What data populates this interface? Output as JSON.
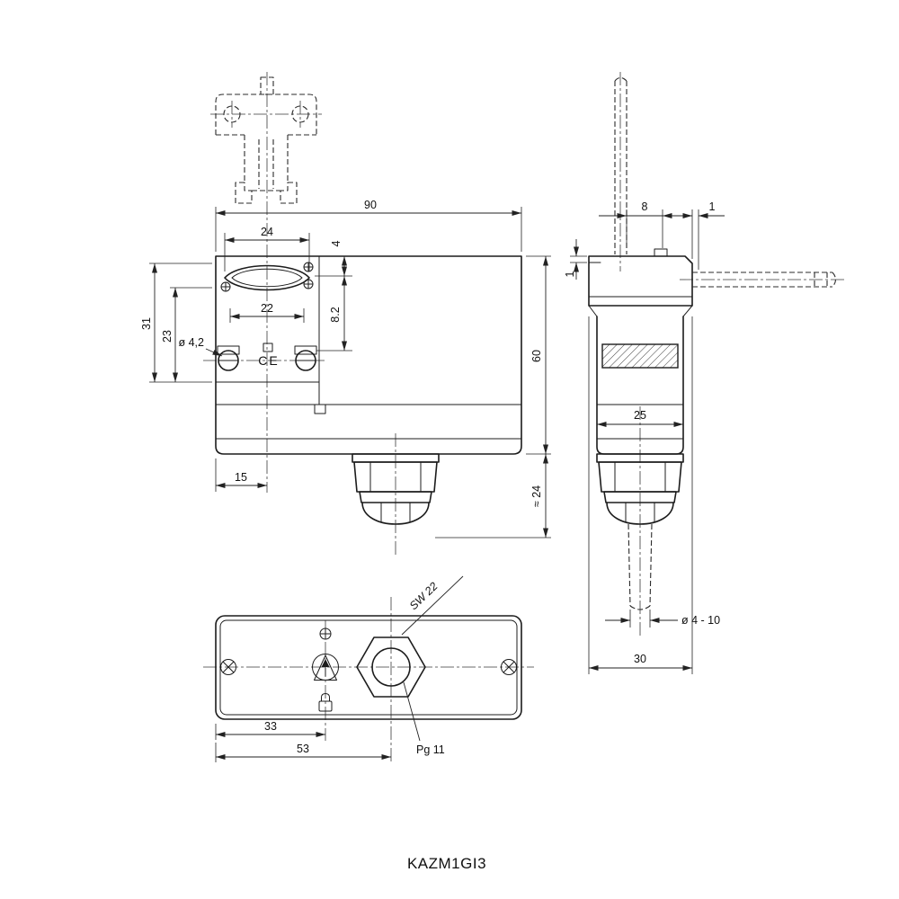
{
  "title": "KAZM1GI3",
  "front_view": {
    "dim_width": "90",
    "dim_slot_width": "24",
    "dim_4": "4",
    "dim_22": "22",
    "dim_8_2": "8.2",
    "dim_31": "31",
    "dim_23": "23",
    "dim_hole": "ø 4,2",
    "dim_height": "60",
    "dim_gland_length": "≈ 24",
    "dim_15": "15",
    "ce_mark": "CE"
  },
  "side_view": {
    "dim_8": "8",
    "dim_1_top": "1",
    "dim_1_side": "1",
    "dim_25": "25",
    "dim_cable": "ø 4 - 10",
    "dim_30": "30"
  },
  "bottom_view": {
    "wrench_size": "SW 22",
    "dim_33": "33",
    "dim_53": "53",
    "thread": "Pg 11"
  }
}
